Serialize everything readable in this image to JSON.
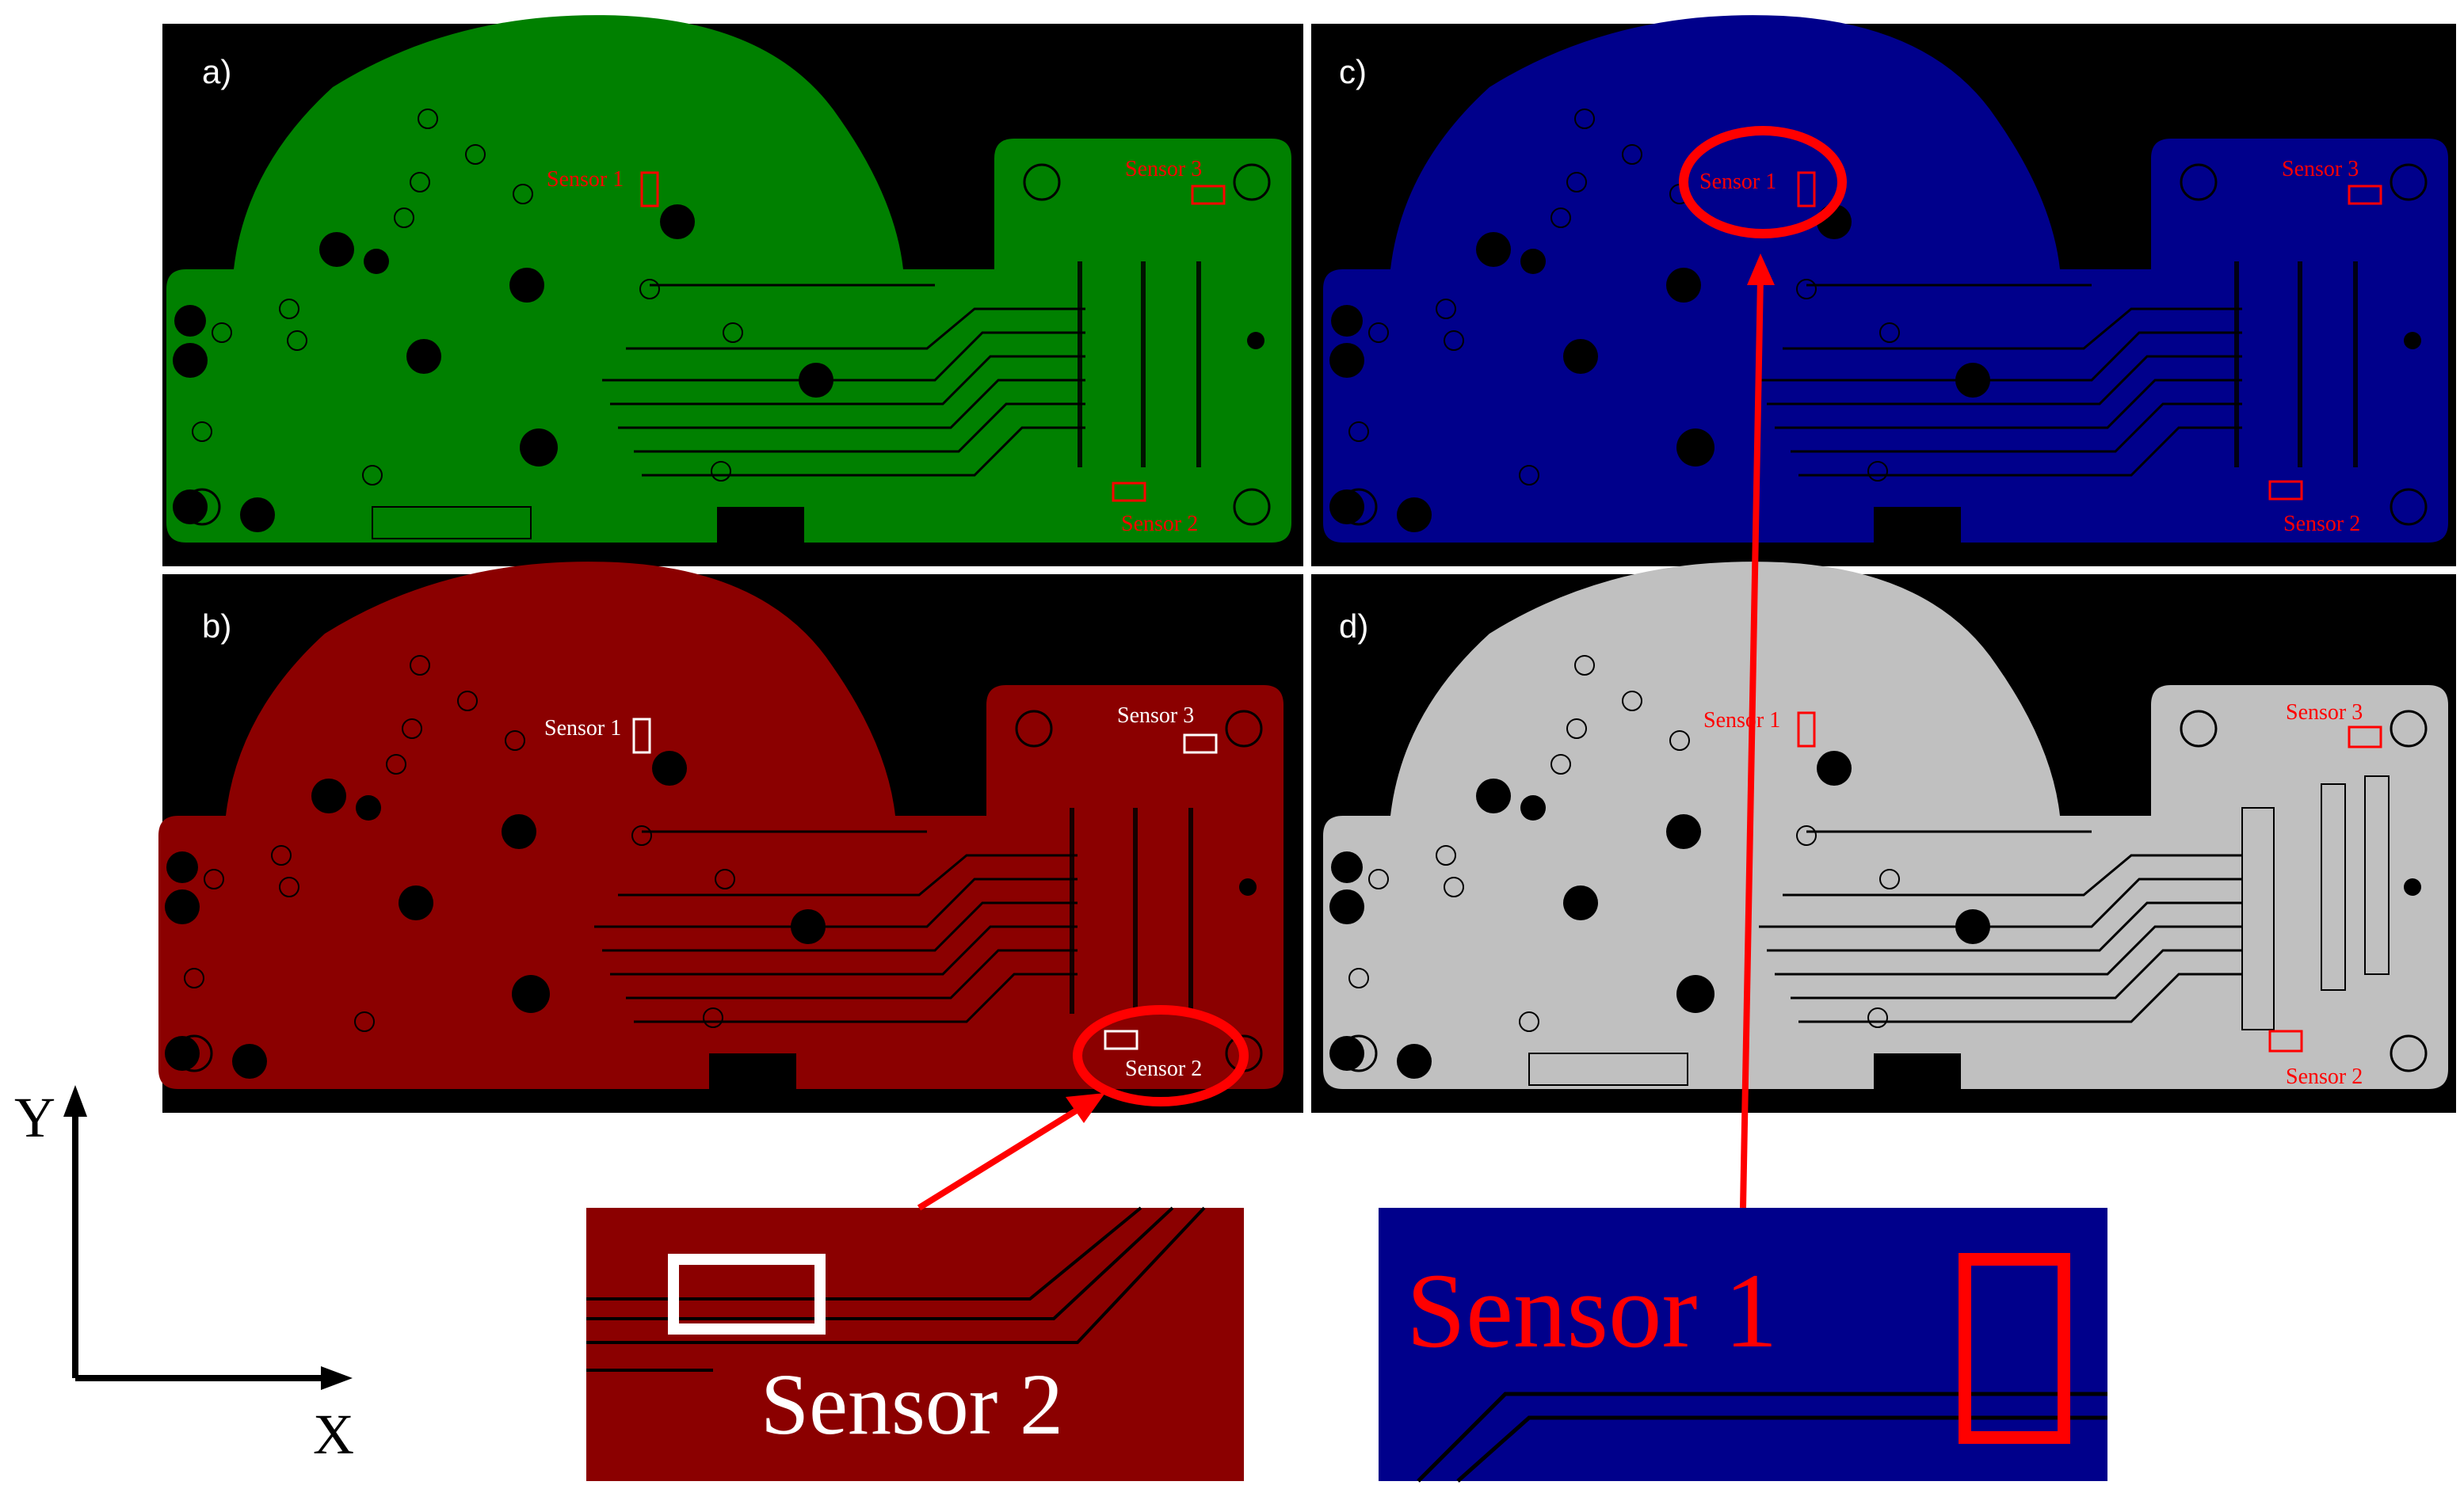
{
  "panels": [
    {
      "label": "a)",
      "board_color": "#008000",
      "marker_color": "#ff0000"
    },
    {
      "label": "b)",
      "board_color": "#8b0000",
      "marker_color": "#ffffff"
    },
    {
      "label": "c)",
      "board_color": "#00008b",
      "marker_color": "#ff0000"
    },
    {
      "label": "d)",
      "board_color": "#c0c0c0",
      "marker_color": "#ff0000"
    }
  ],
  "sensors": {
    "sensor1": "Sensor 1",
    "sensor2": "Sensor 2",
    "sensor3": "Sensor 3"
  },
  "zooms": {
    "left": {
      "label": "Sensor 2",
      "background": "#8b0000",
      "text_color": "#ffffff"
    },
    "right": {
      "label": "Sensor 1",
      "background": "#00008b",
      "text_color": "#ff0000"
    }
  },
  "axes": {
    "x_label": "X",
    "y_label": "Y"
  },
  "colors": {
    "highlight": "#ff0000",
    "background": "#000000"
  }
}
